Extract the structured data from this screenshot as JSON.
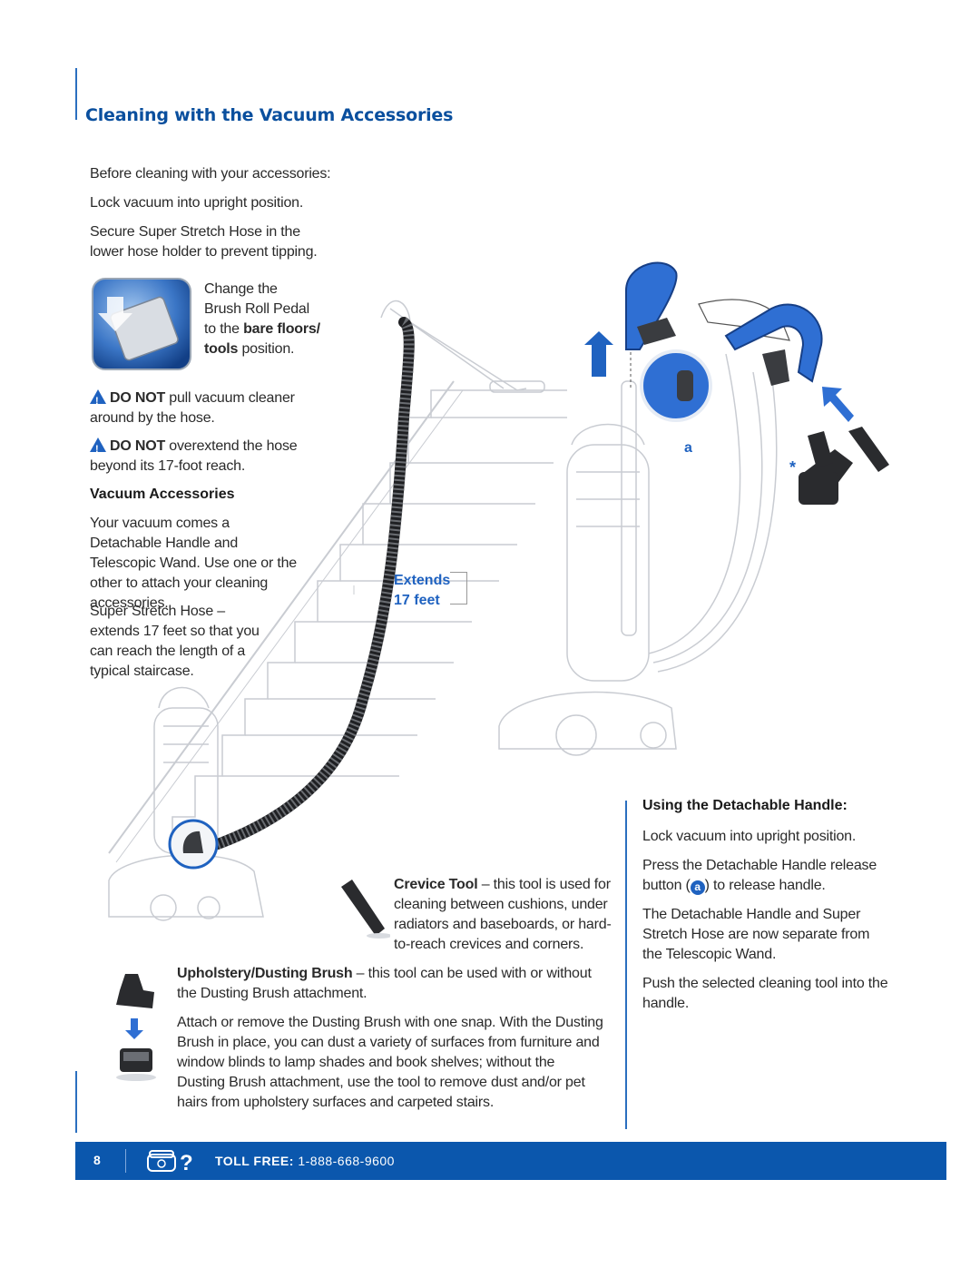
{
  "page": {
    "title": "Cleaning with the Vacuum Accessories",
    "intro": [
      "Before cleaning with your accessories:",
      "Lock vacuum into upright position.",
      "Secure Super Stretch Hose in the lower hose holder to prevent tipping."
    ],
    "pedal": {
      "line1": "Change the",
      "line2": "Brush Roll Pedal",
      "line3_pre": "to the ",
      "line3_bold": "bare floors/",
      "line4_bold": "tools",
      "line4_post": " position."
    },
    "warnings": [
      {
        "bold": "DO NOT",
        "text": " pull vacuum cleaner around by the hose."
      },
      {
        "bold": "DO NOT",
        "text": " overextend the hose beyond its 17-foot reach."
      }
    ],
    "vacuum_accessories": {
      "heading": "Vacuum Accessories",
      "para1": "Your vacuum comes a Detachable Handle and Telescopic Wand. Use one or the other to attach your cleaning accessories.",
      "para2": "Super Stretch Hose – extends 17 feet so that you can reach the length of a typical staircase."
    },
    "extends": {
      "line1": "Extends",
      "line2": "17 feet"
    },
    "label_a": "a",
    "label_star": "*",
    "crevice": {
      "bold": "Crevice Tool",
      "text": " – this tool is used for cleaning between cushions, under radiators and baseboards, or hard-to-reach crevices and corners."
    },
    "upholstery": {
      "bold": "Upholstery/Dusting Brush",
      "text": " – this tool can be used with or without the Dusting Brush attachment.",
      "para2": "Attach or remove the Dusting Brush with one snap. With the Dusting Brush in place, you can dust a variety of surfaces from furniture and window blinds to lamp shades and book shelves; without the Dusting Brush attachment, use the tool to remove dust and/or pet hairs from upholstery surfaces and carpeted stairs."
    },
    "detachable": {
      "heading": "Using the Detachable Handle:",
      "p1": "Lock vacuum into upright position.",
      "p2_pre": "Press the Detachable Handle release button (",
      "p2_badge": "a",
      "p2_post": ") to release handle.",
      "p3": "The Detachable Handle and Super Stretch Hose are now separate from the Telescopic Wand.",
      "p4": "Push the selected cleaning tool into the handle."
    },
    "footer": {
      "page_number": "8",
      "toll_label": "TOLL FREE:",
      "toll_number": "1-888-668-9600"
    }
  }
}
